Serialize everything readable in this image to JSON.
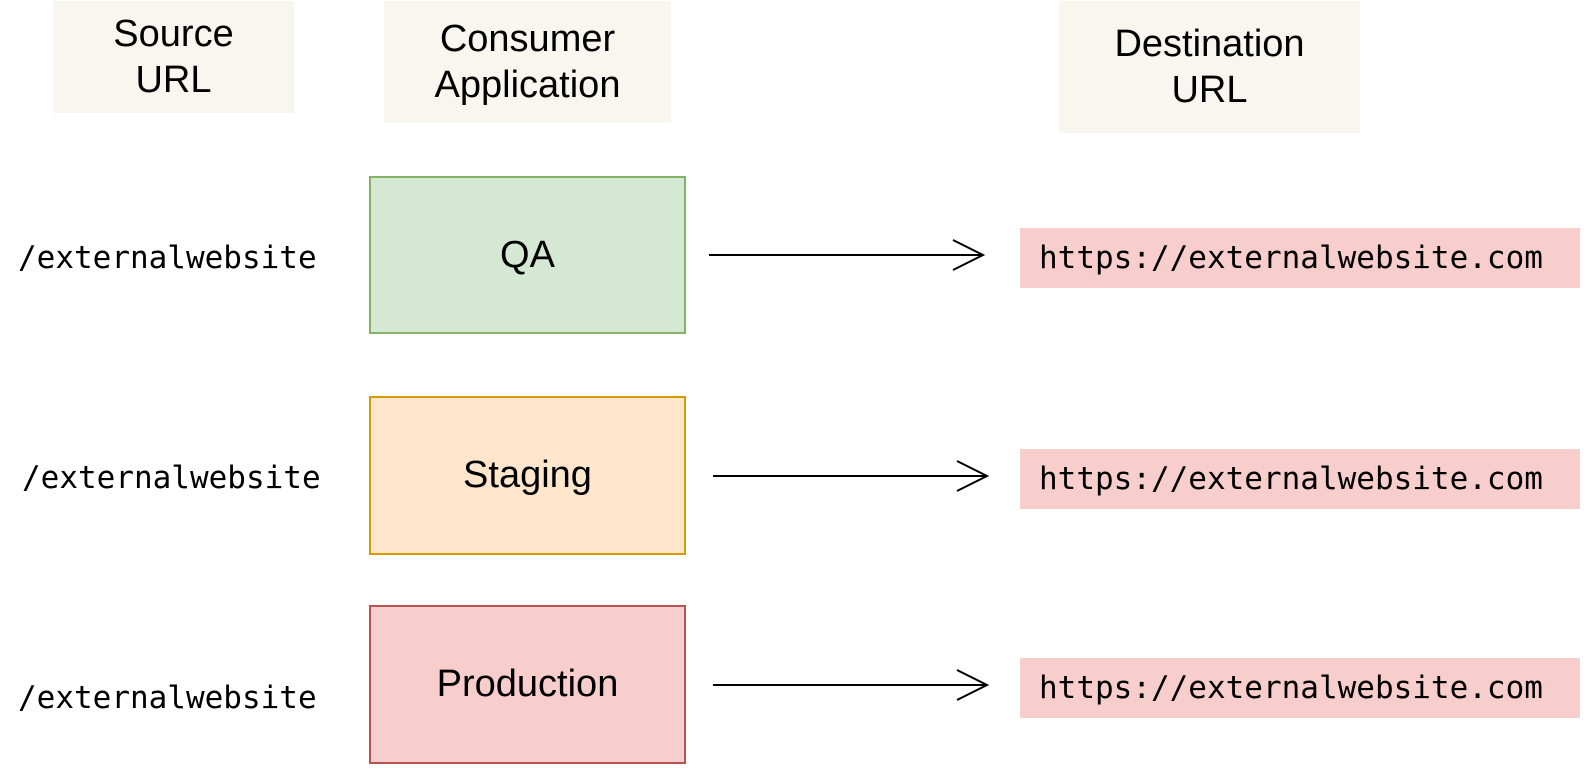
{
  "headers": {
    "source": "Source\nURL",
    "consumer": "Consumer\nApplication",
    "destination": "Destination\nURL"
  },
  "rows": [
    {
      "source_url": "/externalwebsite",
      "environment": "QA",
      "destination_url": "https://externalwebsite.com",
      "fill_color": "#d5e8d4",
      "border_color": "#82b366"
    },
    {
      "source_url": "/externalwebsite",
      "environment": "Staging",
      "destination_url": "https://externalwebsite.com",
      "fill_color": "#ffe6cc",
      "border_color": "#d79b00"
    },
    {
      "source_url": "/externalwebsite",
      "environment": "Production",
      "destination_url": "https://externalwebsite.com",
      "fill_color": "#f8cecc",
      "border_color": "#b85450"
    }
  ],
  "colors": {
    "header_bg": "#f8f6ee",
    "destination_bg": "#f8cecc",
    "arrow": "#000000"
  }
}
